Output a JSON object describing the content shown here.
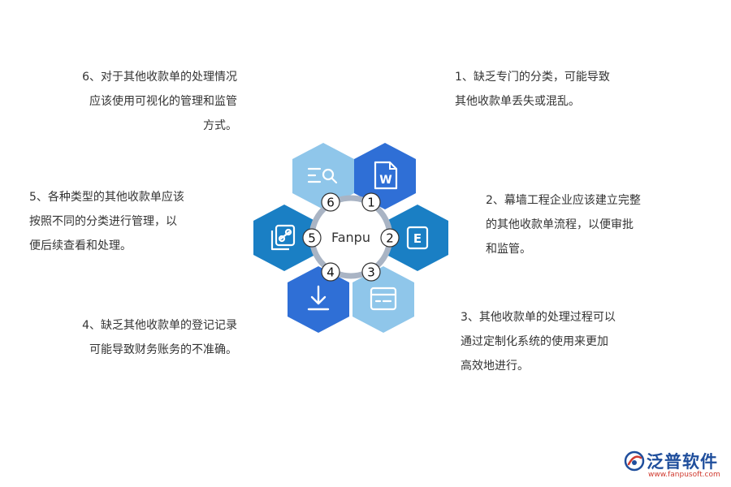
{
  "notes": {
    "n1": [
      "1、缺乏专门的分类，可能导致",
      "其他收款单丢失或混乱。"
    ],
    "n2": [
      "2、幕墙工程企业应该建立完整",
      "的其他收款单流程，以便审批",
      "和监管。"
    ],
    "n3": [
      "3、其他收款单的处理过程可以",
      "通过定制化系统的使用来更加",
      "高效地进行。"
    ],
    "n4": [
      "4、缺乏其他收款单的登记记录",
      "可能导致财务账务的不准确。"
    ],
    "n5": [
      "5、各种类型的其他收款单应该",
      "按照不同的分类进行管理，以",
      "便后续查看和处理。"
    ],
    "n6": [
      "6、对于其他收款单的处理情况",
      "应该使用可视化的管理和监管",
      "方式。"
    ]
  },
  "diagram": {
    "center_label": "Fanpu",
    "badges": [
      "1",
      "2",
      "3",
      "4",
      "5",
      "6"
    ],
    "hexagons": [
      {
        "icon": "document-w-icon",
        "glyph": "W",
        "color": "#2f6fd6"
      },
      {
        "icon": "document-e-icon",
        "glyph": "E",
        "color": "#1a7fc4"
      },
      {
        "icon": "browser-window-icon",
        "color": "#8fc6ea"
      },
      {
        "icon": "download-icon",
        "color": "#2f6fd6"
      },
      {
        "icon": "link-copy-icon",
        "color": "#1a7fc4"
      },
      {
        "icon": "search-list-icon",
        "color": "#8fc6ea"
      }
    ],
    "ring_color": "#a9b4c4"
  },
  "logo": {
    "name": "泛普软件",
    "url": "www.fanpusoft.com"
  }
}
